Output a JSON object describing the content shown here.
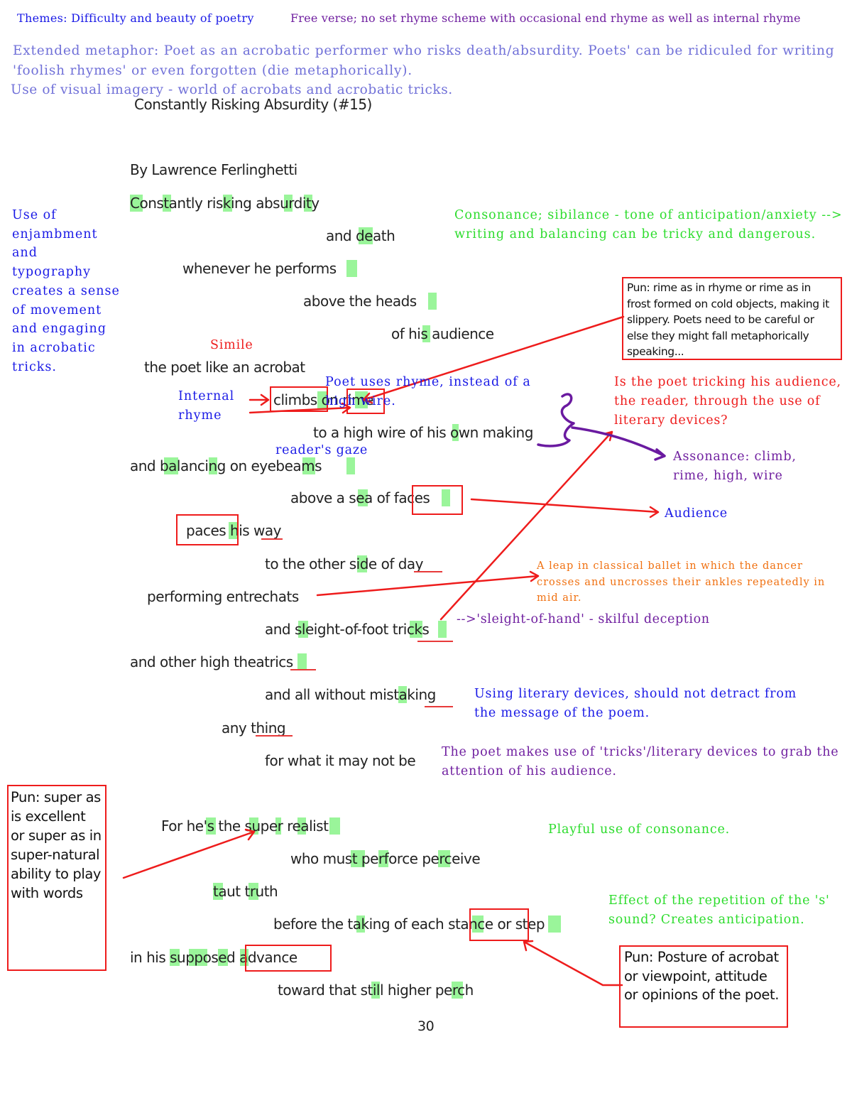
{
  "header": {
    "themes": "Themes: Difficulty and beauty of poetry",
    "form": "Free verse; no set rhyme scheme with occasional end rhyme as well as internal rhyme",
    "metaphor": "Extended metaphor: Poet as an acrobatic performer who risks death/absurdity. Poets' can be ridiculed for writing 'foolish rhymes' or even forgotten (die metaphorically).",
    "imagery": "Use of visual imagery - world of acrobats and acrobatic tricks."
  },
  "poem": {
    "title": "Constantly Risking Absurdity (#15)",
    "author": "By Lawrence Ferlinghetti",
    "lines": [
      "Constantly risking absurdity",
      "and death",
      "whenever he performs",
      "above the heads",
      "of his audience",
      "the poet like an acrobat",
      "climbs on rime",
      "to a high wire of his own making",
      "and balancing on eyebeams",
      "above a sea of faces",
      "paces his way",
      "to the other side of day",
      "performing entrechats",
      "and sleight-of-foot tricks",
      "and other high theatrics",
      "and all without mistaking",
      "any thing",
      "for what it may not be",
      "For he's the super realist",
      "who must perforce perceive",
      "taut truth",
      "before the taking of each stance or step",
      "in his supposed advance",
      "toward that still higher perch"
    ],
    "page_number": "30"
  },
  "notes": {
    "enjambment": "Use of enjambment and typography creates a sense of movement and engaging in acrobatic tricks.",
    "consonance": "Consonance; sibilance - tone of anticipation/anxiety --> writing and balancing can be tricky and dangerous.",
    "pun_rime": "Pun: rime as in rhyme or rime as in frost formed on cold objects, making it slippery. Poets need to be careful or else they might fall metaphorically speaking...",
    "simile": "Simile",
    "internal_rhyme": "Internal rhyme",
    "poet_uses_rhyme": "Poet uses rhyme, instead of a high wire.",
    "tricking": "Is the poet tricking his audience, the reader, through the use of literary devices?",
    "readers_gaze": "reader's gaze",
    "assonance": "Assonance: climb, rime, high, wire",
    "audience": "Audience",
    "entrechat": "A leap in classical ballet in which the dancer crosses and uncrosses their ankles repeatedly in mid air.",
    "sleight": "-->'sleight-of-hand' - skilful deception",
    "literary_devices": "Using literary devices, should not detract from the message of the poem.",
    "tricks": "The poet makes use of 'tricks'/literary devices to grab the attention of his audience.",
    "pun_super": "Pun: super as is excellent or super as in super-natural ability to play with words",
    "playful": "Playful use of consonance.",
    "repetition": "Effect of the repetition of the 's' sound? Creates anticipation.",
    "pun_stance": "Pun: Posture of acrobat or viewpoint, attitude or opinions of the poet."
  },
  "colors": {
    "red": "#ee1c1c",
    "blue": "#1a1ae6",
    "green": "#2ddc2d",
    "purple": "#7020a0",
    "orange": "#f07010",
    "periwinkle": "#7070d8",
    "highlight": "#9af59a",
    "arrow_purple": "#6a1aa0"
  }
}
